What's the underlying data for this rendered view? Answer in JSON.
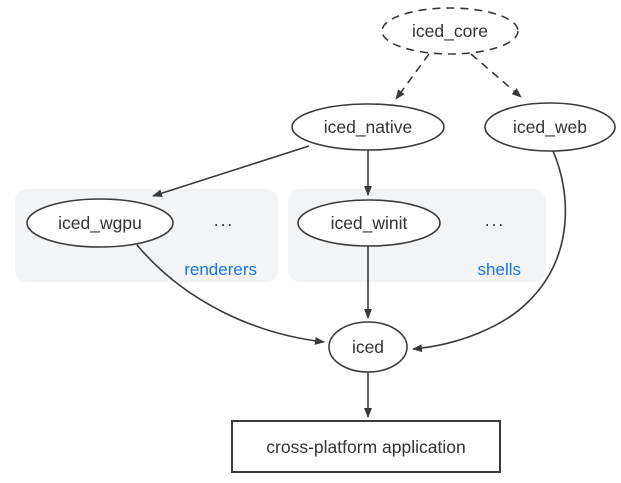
{
  "diagram": {
    "nodes": {
      "iced_core": {
        "label": "iced_core"
      },
      "iced_native": {
        "label": "iced_native"
      },
      "iced_web": {
        "label": "iced_web"
      },
      "iced_wgpu": {
        "label": "iced_wgpu"
      },
      "iced_winit": {
        "label": "iced_winit"
      },
      "iced": {
        "label": "iced"
      },
      "app": {
        "label": "cross-platform application"
      }
    },
    "groups": {
      "renderers": {
        "label": "renderers",
        "ellipsis": "..."
      },
      "shells": {
        "label": "shells",
        "ellipsis": "..."
      }
    },
    "edges": [
      {
        "from": "iced_core",
        "to": "iced_native",
        "style": "dashed"
      },
      {
        "from": "iced_core",
        "to": "iced_web",
        "style": "dashed"
      },
      {
        "from": "iced_native",
        "to": "iced_wgpu",
        "style": "solid"
      },
      {
        "from": "iced_native",
        "to": "iced_winit",
        "style": "solid"
      },
      {
        "from": "iced_wgpu",
        "to": "iced",
        "style": "solid"
      },
      {
        "from": "iced_winit",
        "to": "iced",
        "style": "solid"
      },
      {
        "from": "iced_web",
        "to": "iced",
        "style": "solid"
      },
      {
        "from": "iced",
        "to": "app",
        "style": "solid"
      }
    ],
    "colors": {
      "stroke": "#3a3a3a",
      "text": "#333333",
      "group_label": "#1a73e8",
      "group_fill": "#f3f4f6",
      "bg": "#ffffff"
    }
  }
}
